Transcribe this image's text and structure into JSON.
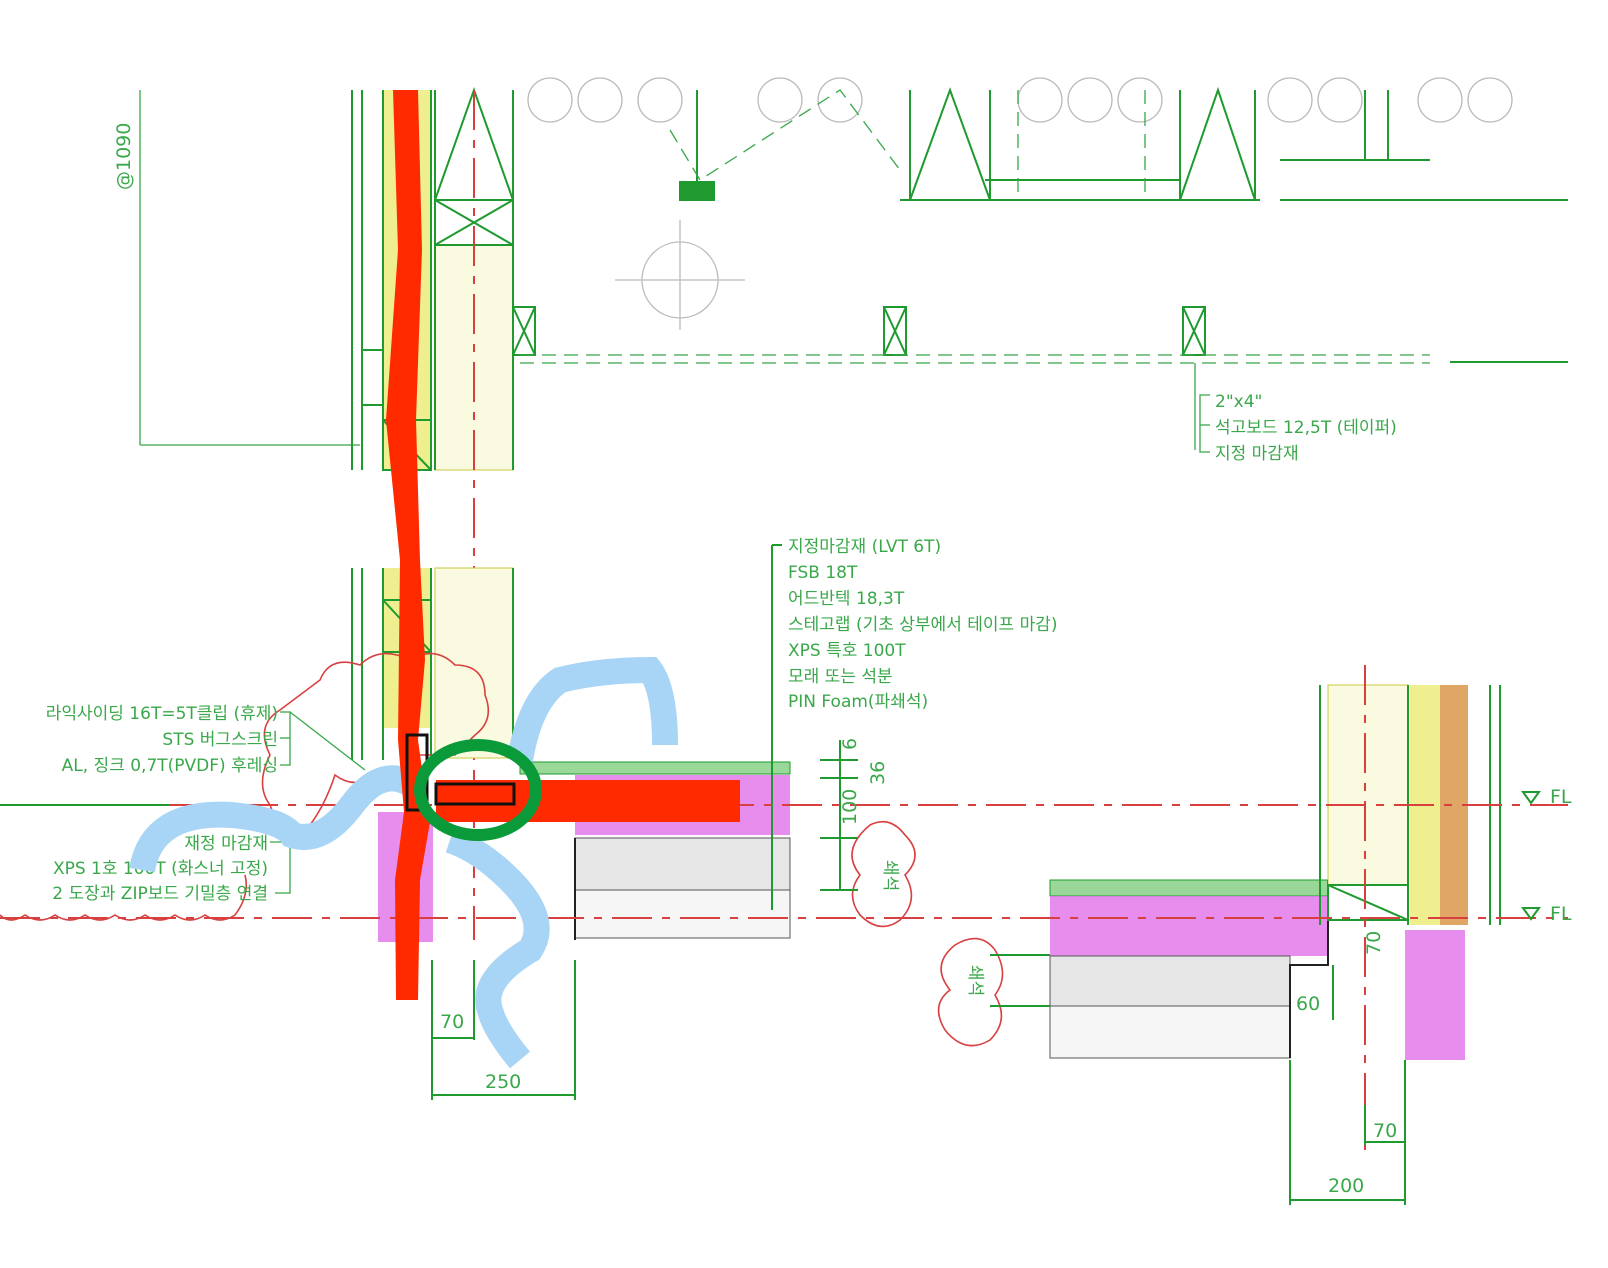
{
  "drawing": {
    "spacing_label": "@1090",
    "wall_notes": [
      "2\"x4\"",
      "석고보드 12,5T (테이퍼)",
      "지정 마감재"
    ],
    "exterior_notes": [
      "라익사이딩 16T=5T클립 (휴제)",
      "STS 버그스크린",
      "AL, 징크 0,7T(PVDF) 후레싱",
      "재정 마감재",
      "XPS 1호 100T (화스너 고정)",
      "2 도장과 ZIP보드 기밀층 연결"
    ],
    "floor_notes": [
      "지정마감재 (LVT 6T)",
      "FSB 18T",
      "어드반텍 18,3T",
      "스테고랩 (기초 상부에서 테이프 마감)",
      "XPS 특호 100T",
      "모래 또는 석분",
      "PIN Foam(파쇄석)"
    ],
    "dimensions": {
      "d6": "6",
      "d36": "36",
      "d100": "100",
      "d70_left": "70",
      "d250": "250",
      "d70_right_v": "70",
      "d60": "60",
      "d70_right": "70",
      "d200": "200"
    },
    "level_marks": [
      "FL",
      "FL"
    ],
    "cloud_notes": [
      "쇄석",
      "쇄석"
    ]
  },
  "colors": {
    "line": "#1e9a2e",
    "markup_red": "#ff2a00",
    "markup_blue": "#a8d4f5",
    "markup_green": "#0a9a3a",
    "xps": "#e070e8",
    "insulation": "#d8d840"
  }
}
